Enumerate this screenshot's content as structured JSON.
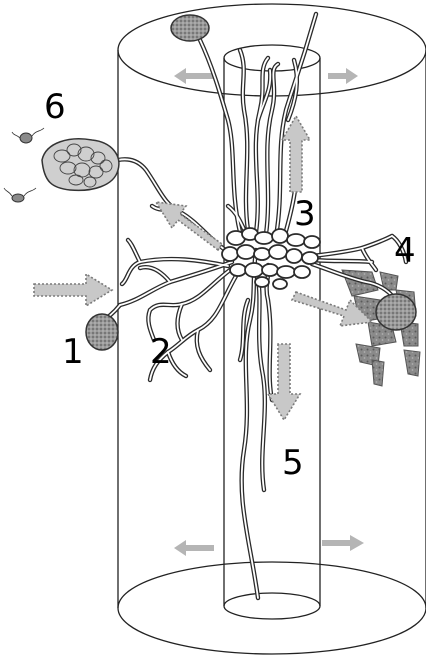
{
  "diagram": {
    "labels": [
      "1",
      "2",
      "3",
      "4",
      "5",
      "6"
    ]
  },
  "colors": {
    "outline": "#222222",
    "hypha_fill": "#ffffff",
    "arrow_fill": "#c8c8c8",
    "spore_fill": "#9a9a9a",
    "sporocarp_fill": "#cfcfcf"
  }
}
